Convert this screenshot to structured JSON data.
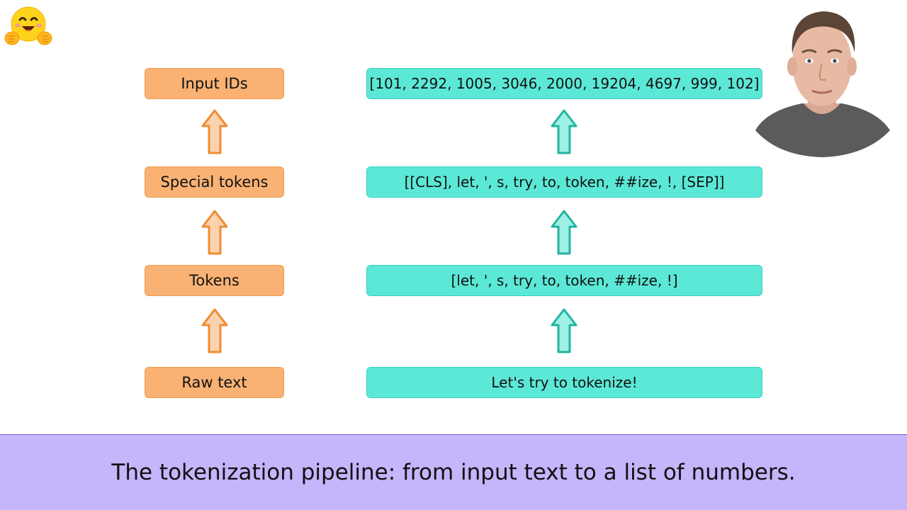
{
  "colors": {
    "orange_fill": "#f9b274",
    "orange_border": "#ee9b4d",
    "teal_fill": "#5ce8d6",
    "teal_border": "#3bd0bd",
    "caption_bg": "#c5b5fa"
  },
  "logo_icon": "hugging-face-emoji-icon",
  "steps": [
    {
      "label": "Input IDs",
      "value": "[101, 2292, 1005, 3046, 2000, 19204, 4697, 999, 102]"
    },
    {
      "label": "Special tokens",
      "value": "[[CLS], let, ', s, try, to, token, ##ize, !, [SEP]]"
    },
    {
      "label": "Tokens",
      "value": "[let, ', s, try, to, token, ##ize, !]"
    },
    {
      "label": "Raw text",
      "value": "Let's try to tokenize!"
    }
  ],
  "caption": "The tokenization pipeline: from input text to a list of numbers."
}
